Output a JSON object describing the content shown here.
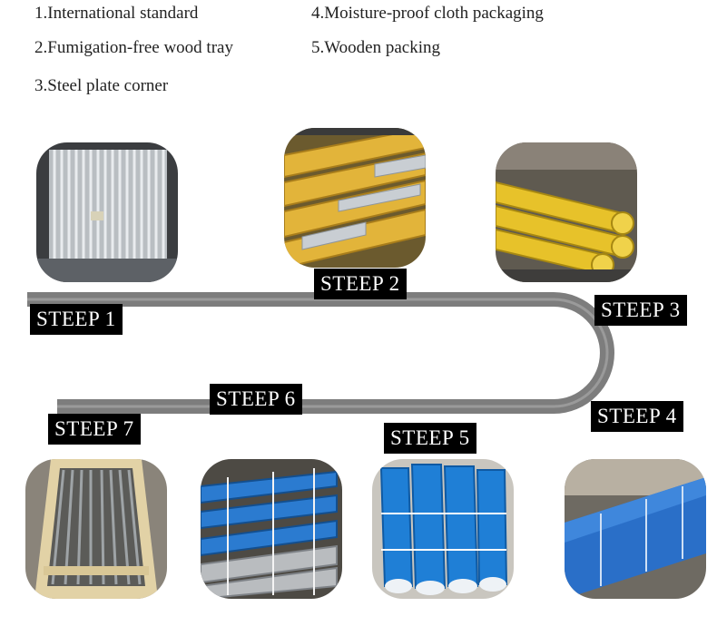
{
  "notes": [
    "1.International standard",
    "2.Fumigation-free wood tray",
    "3.Steel plate corner",
    "4.Moisture-proof cloth packaging",
    "5.Wooden packing"
  ],
  "steps": [
    "STEEP 1",
    "STEEP 2",
    "STEEP 3",
    "STEEP 4",
    "STEEP 5",
    "STEEP 6",
    "STEEP 7"
  ],
  "colors": {
    "path": "#7d7d7d",
    "label_bg": "#000000",
    "label_text": "#ffffff"
  },
  "photos": [
    "bare-steel-bars-photo",
    "yellow-wrapped-bars-photo",
    "yellow-cloth-bundles-photo",
    "blue-cloth-bundle-photo",
    "blue-wrapped-bundles-photo",
    "blue-strapped-bundles-photo",
    "wooden-crate-bars-photo"
  ]
}
